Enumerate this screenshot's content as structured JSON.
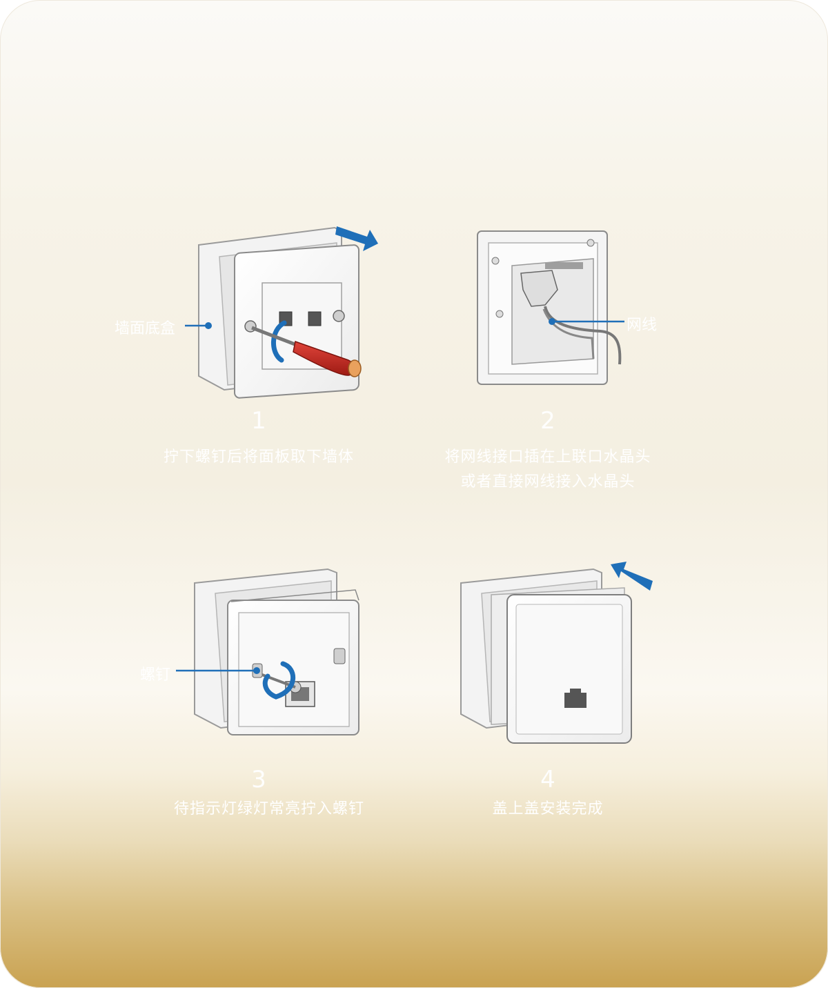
{
  "steps": [
    {
      "number": "1",
      "text_lines": [
        "拧下螺钉后将面板取下墙体"
      ],
      "callout": "墙面底盒"
    },
    {
      "number": "2",
      "text_lines": [
        "将网线接口插在上联口水晶头",
        "或者直接网线接入水晶头"
      ],
      "callout": "网线"
    },
    {
      "number": "3",
      "text_lines": [
        "待指示灯绿灯常亮拧入螺钉"
      ],
      "callout": "螺钉"
    },
    {
      "number": "4",
      "text_lines": [
        "盖上盖安装完成"
      ],
      "callout": ""
    }
  ],
  "colors": {
    "accent_blue": "#1f6fb8",
    "screwdriver_red": "#c8231b",
    "label_white": "#ffffff"
  },
  "icons": [
    "arrow-icon",
    "screwdriver-icon",
    "rotation-icon",
    "cable-icon",
    "rj45-port-icon"
  ]
}
